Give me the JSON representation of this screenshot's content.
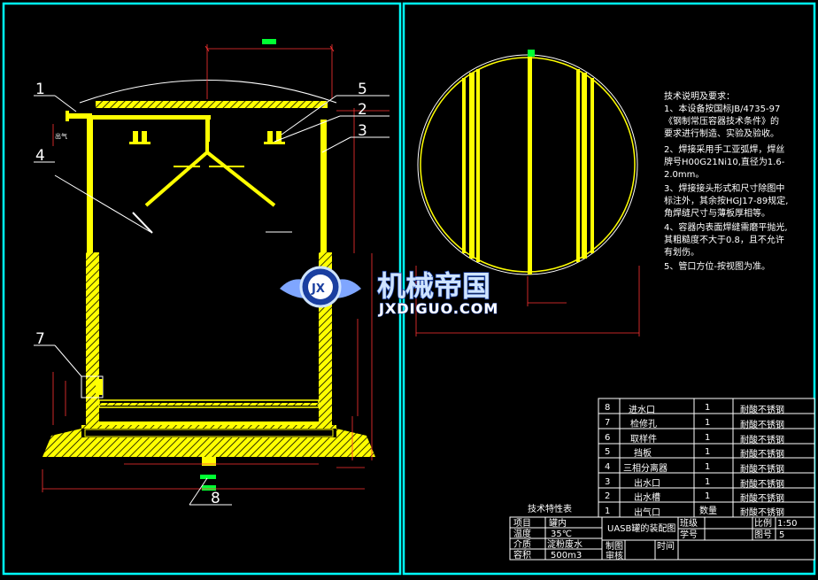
{
  "elevation_callouts": [
    "1",
    "2",
    "3",
    "4",
    "5",
    "7",
    "8"
  ],
  "elevation_labels": {
    "outlet_gas": "出气"
  },
  "plan_notes": {
    "heading": "技术说明及要求：",
    "lines": [
      "1、本设备按国标JB/4735-97",
      "《钢制常压容器技术条件》的",
      "要求进行制造、实验及验收。",
      "2、焊接采用手工亚弧焊，焊丝",
      "牌号H00G21Ni10,直径为1.6-",
      "2.0mm。",
      "3、焊接接头形式和尺寸除图中",
      "标注外，其余按HGJ17-89规定,",
      "角焊缝尺寸与薄板厚相等。",
      "4、容器内表面焊缝需磨平抛光,",
      "其粗糙度不大于0.8，且不允许",
      "有划伤。",
      "5、管口方位-按视图为准。"
    ]
  },
  "watermark": {
    "name": "机械帝国",
    "url": "JXDIGUO.COM",
    "emblem": "JX"
  },
  "parts_table": {
    "rows": [
      {
        "no": "8",
        "name": "进水口",
        "qty": "1",
        "material": "耐酸不锈钢"
      },
      {
        "no": "7",
        "name": "检修孔",
        "qty": "1",
        "material": "耐酸不锈钢"
      },
      {
        "no": "6",
        "name": "取样件",
        "qty": "1",
        "material": "耐酸不锈钢"
      },
      {
        "no": "5",
        "name": "挡板",
        "qty": "1",
        "material": "耐酸不锈钢"
      },
      {
        "no": "4",
        "name": "三相分离器",
        "qty": "1",
        "material": "耐酸不锈钢"
      },
      {
        "no": "3",
        "name": "出水口",
        "qty": "1",
        "material": "耐酸不锈钢"
      },
      {
        "no": "2",
        "name": "出水槽",
        "qty": "1",
        "material": "耐酸不锈钢"
      },
      {
        "no": "1",
        "name": "出气口",
        "qty": "数量",
        "material": "耐酸不锈钢"
      }
    ]
  },
  "spec_table": {
    "title": "技术特性表",
    "rows": [
      {
        "label": "项目",
        "value": "罐内"
      },
      {
        "label": "温度",
        "value": "35℃"
      },
      {
        "label": "介质",
        "value": "淀粉废水"
      },
      {
        "label": "容积",
        "value": "500m3"
      }
    ]
  },
  "title_block": {
    "drawing_title": "UASB罐的装配图",
    "class_label": "班级",
    "id_label": "学号",
    "scale_label": "比例",
    "scale_value": "1:50",
    "sheet_label": "图号",
    "sheet_value": "5",
    "drawn_label": "制图",
    "time_label": "时间",
    "review_label": "审核"
  },
  "colors": {
    "frame": "#00ffff",
    "structure": "#ffff00",
    "dimension": "#ff3333",
    "marker": "#00ff33",
    "text": "#ffffff"
  }
}
